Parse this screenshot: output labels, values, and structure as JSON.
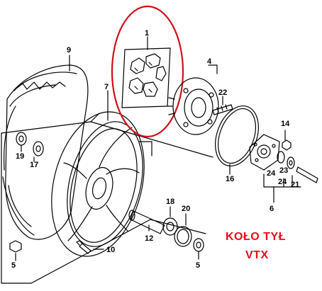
{
  "callouts": {
    "n1": "1",
    "n4": "4",
    "n5": "5",
    "n6": "6",
    "n7": "7",
    "n9": "9",
    "n10": "10",
    "n12": "12",
    "n14": "14",
    "n16": "16",
    "n17": "17",
    "n18": "18",
    "n19": "19",
    "n20": "20",
    "n21": "21",
    "n22": "22",
    "n23": "23",
    "n24a": "24",
    "n24b": "24"
  },
  "caption": {
    "line1": "KOŁO TYŁ",
    "line2": "VTX"
  },
  "colors": {
    "line": "#000000",
    "highlight_oval": "#d0101a",
    "caption_text": "#e0101a",
    "background": "#ffffff"
  }
}
